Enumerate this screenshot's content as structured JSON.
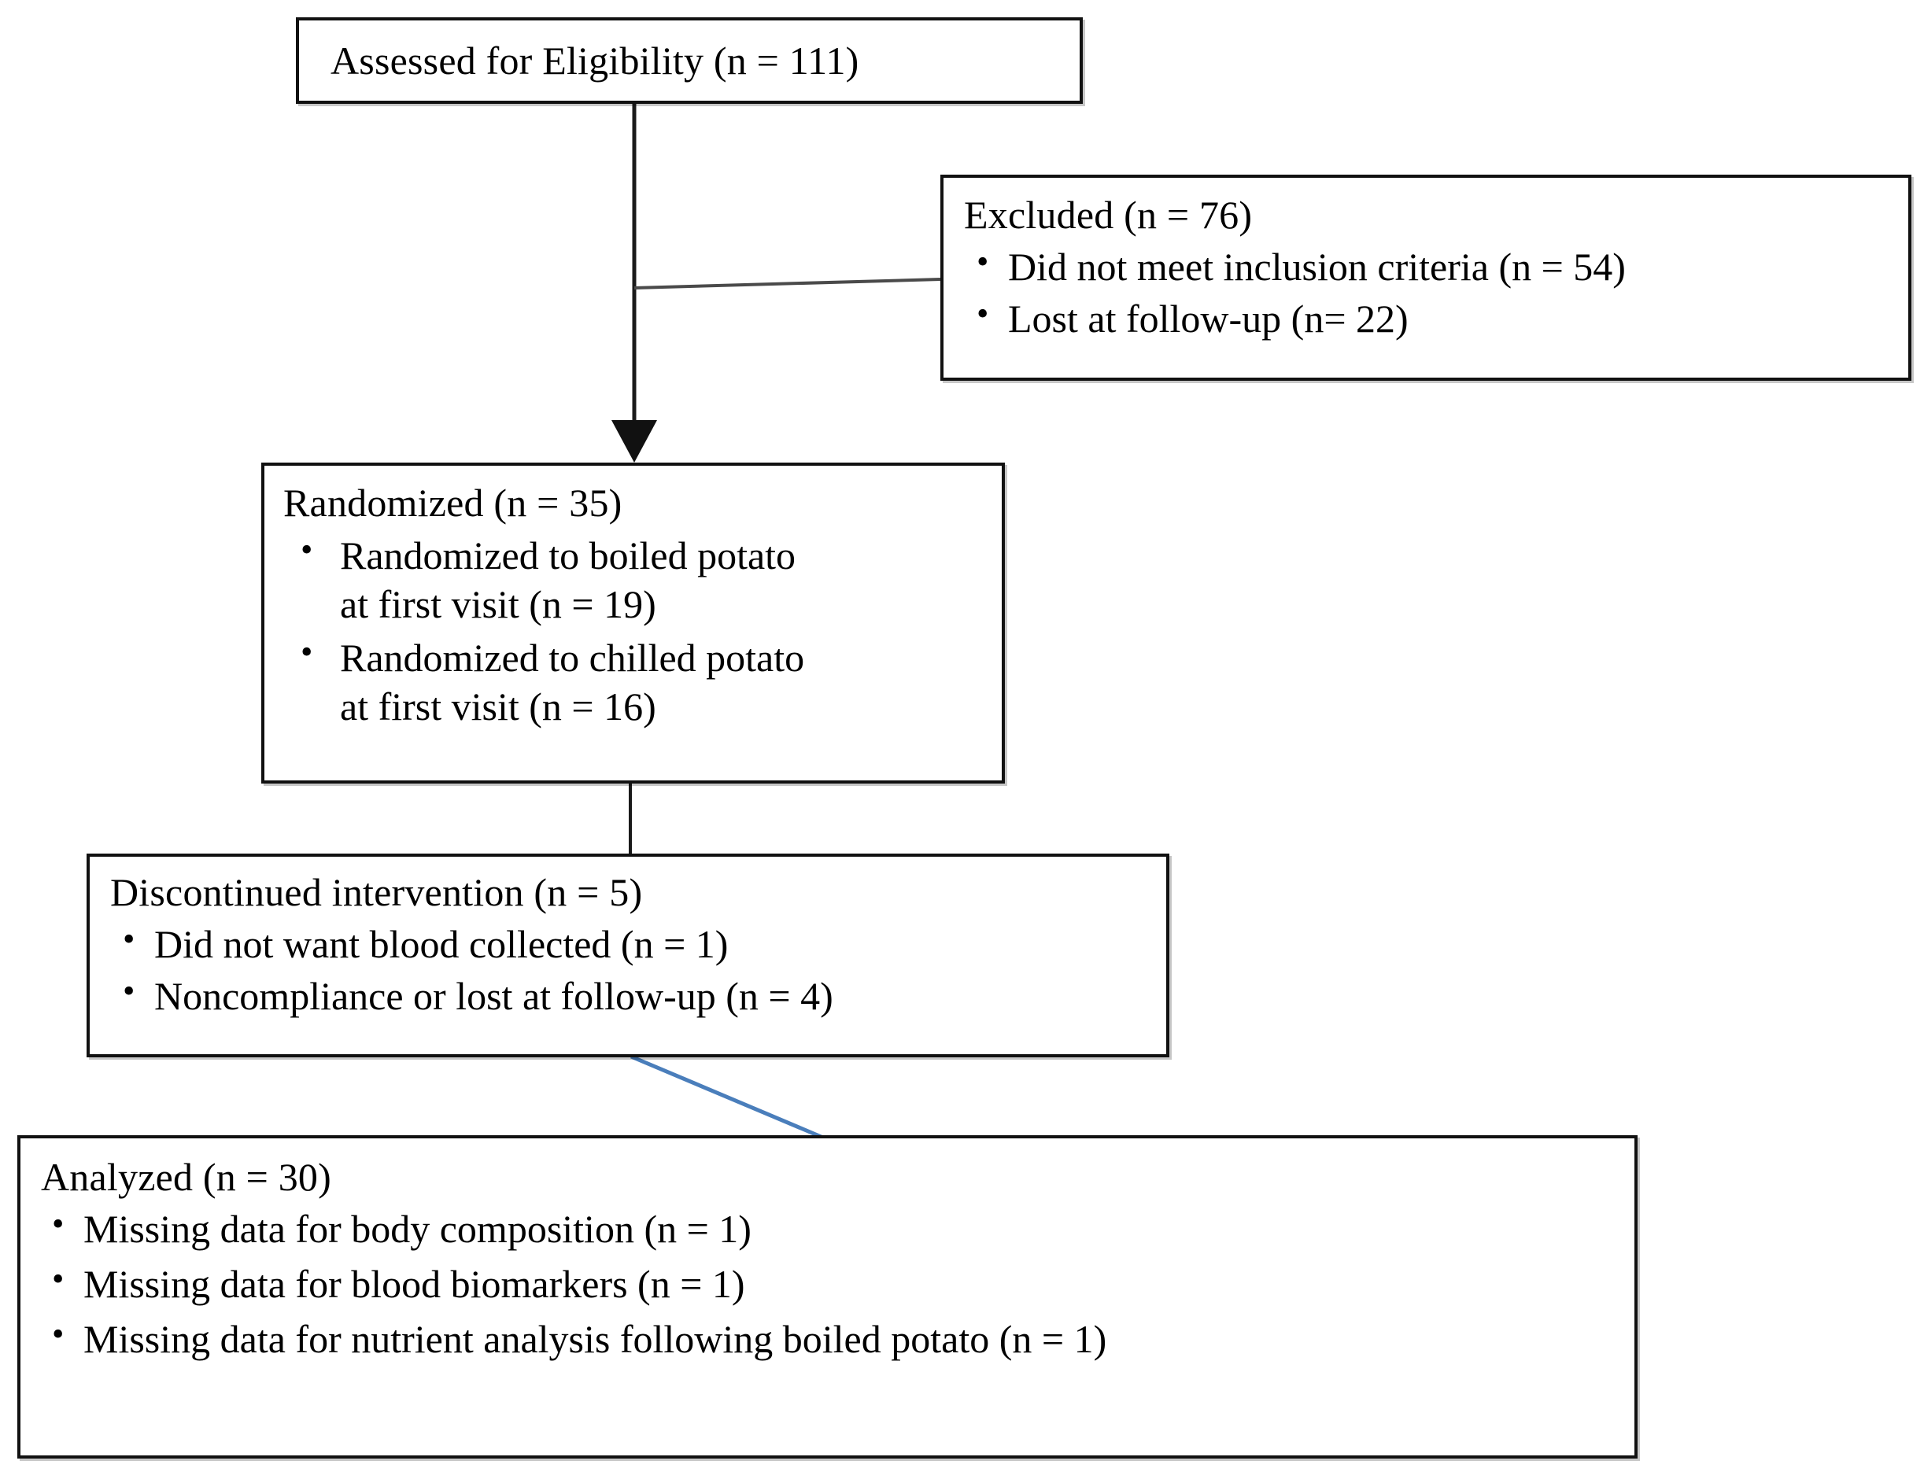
{
  "figure": {
    "type": "consort-flow-diagram",
    "orientation": "vertical",
    "background_color": "#ffffff",
    "box_border_color": "#111111",
    "connector_color": "#1a1a1a",
    "highlight_connector_color": "#4a7ebb"
  },
  "nodes": {
    "assessed": {
      "id": "assessed-for-eligibility",
      "title": "Assessed for Eligibility  (n = 111)",
      "n": 111,
      "bullets": []
    },
    "excluded": {
      "id": "excluded",
      "title": "Excluded (n = 76)",
      "n": 76,
      "bullets": [
        "Did not meet inclusion criteria  (n = 54)",
        "Lost at follow-up (n= 22)"
      ]
    },
    "randomized": {
      "id": "randomized",
      "title": "Randomized (n = 35)",
      "n": 35,
      "bullets": [
        "Randomized to boiled potato",
        "at first visit (n = 19)",
        "Randomized to chilled potato",
        "at first visit (n = 16)"
      ],
      "bullet_items": [
        {
          "line1": "Randomized to boiled potato",
          "line2": "at first visit (n = 19)"
        },
        {
          "line1": "Randomized to chilled potato",
          "line2": "at first visit (n = 16)"
        }
      ]
    },
    "discontinued": {
      "id": "discontinued-intervention",
      "title": "Discontinued intervention (n = 5)",
      "n": 5,
      "bullets": [
        "Did not want blood collected (n = 1)",
        "Noncompliance or lost at follow-up (n = 4)"
      ]
    },
    "analyzed": {
      "id": "analyzed",
      "title": "Analyzed (n = 30)",
      "n": 30,
      "bullets": [
        "Missing data for body composition (n = 1)",
        "Missing data for blood biomarkers (n = 1)",
        "Missing data for nutrient analysis following boiled potato (n = 1)"
      ]
    }
  },
  "connectors": [
    {
      "id": "assessed-to-randomized",
      "from": "assessed",
      "to": "randomized",
      "style": "arrow",
      "color": "#1a1a1a"
    },
    {
      "id": "assessed-to-excluded",
      "from": "assessed",
      "to": "excluded",
      "style": "line",
      "color": "#4a4a4a"
    },
    {
      "id": "randomized-to-discontinued",
      "from": "randomized",
      "to": "discontinued",
      "style": "line",
      "color": "#1a1a1a"
    },
    {
      "id": "discontinued-to-analyzed",
      "from": "discontinued",
      "to": "analyzed",
      "style": "diagonal-line",
      "color": "#4a7ebb"
    }
  ]
}
